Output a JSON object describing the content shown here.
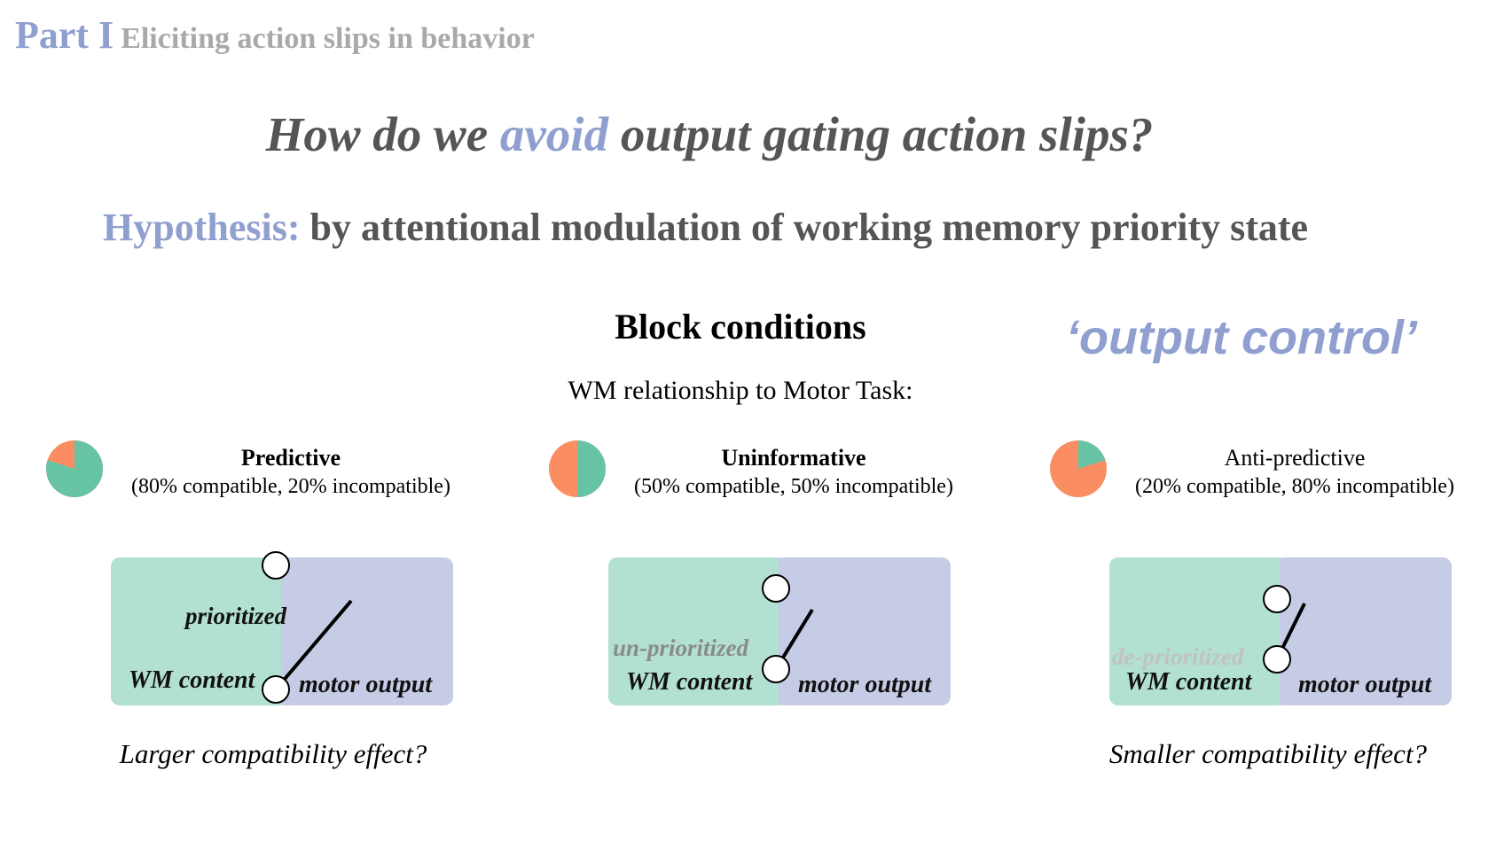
{
  "header": {
    "part_label": "Part I",
    "part_subtitle": "Eliciting action slips in behavior"
  },
  "question": {
    "before": "How do we ",
    "accent": "avoid",
    "after": " output gating action slips?"
  },
  "hypothesis": {
    "label": "Hypothesis:",
    "text": " by attentional modulation of working memory priority state"
  },
  "block_conditions_title": "Block conditions",
  "output_control_label": "‘output control’",
  "wm_relationship_label": "WM relationship to Motor Task:",
  "colors": {
    "accent": "#8f9fcf",
    "wm_green": "#b2e0d3",
    "motor_purple": "#c6cce6",
    "pie_green": "#66c4a4",
    "pie_orange": "#fa8d62"
  },
  "conditions": [
    {
      "name": "Predictive",
      "ratio": "(80% compatible, 20% incompatible)",
      "compatible_fraction": 0.8,
      "panel": {
        "priority_label": "prioritized",
        "wm_label": "WM content",
        "motor_label": "motor output"
      },
      "effect": "Larger compatibility effect?"
    },
    {
      "name": "Uninformative",
      "ratio": "(50% compatible, 50% incompatible)",
      "compatible_fraction": 0.5,
      "panel": {
        "priority_label": "un-prioritized",
        "wm_label": "WM content",
        "motor_label": "motor output"
      },
      "effect": ""
    },
    {
      "name": "Anti-predictive",
      "ratio": "(20% compatible, 80% incompatible)",
      "compatible_fraction": 0.2,
      "panel": {
        "priority_label": "de-prioritized",
        "wm_label": "WM content",
        "motor_label": "motor output"
      },
      "effect": "Smaller compatibility effect?"
    }
  ]
}
